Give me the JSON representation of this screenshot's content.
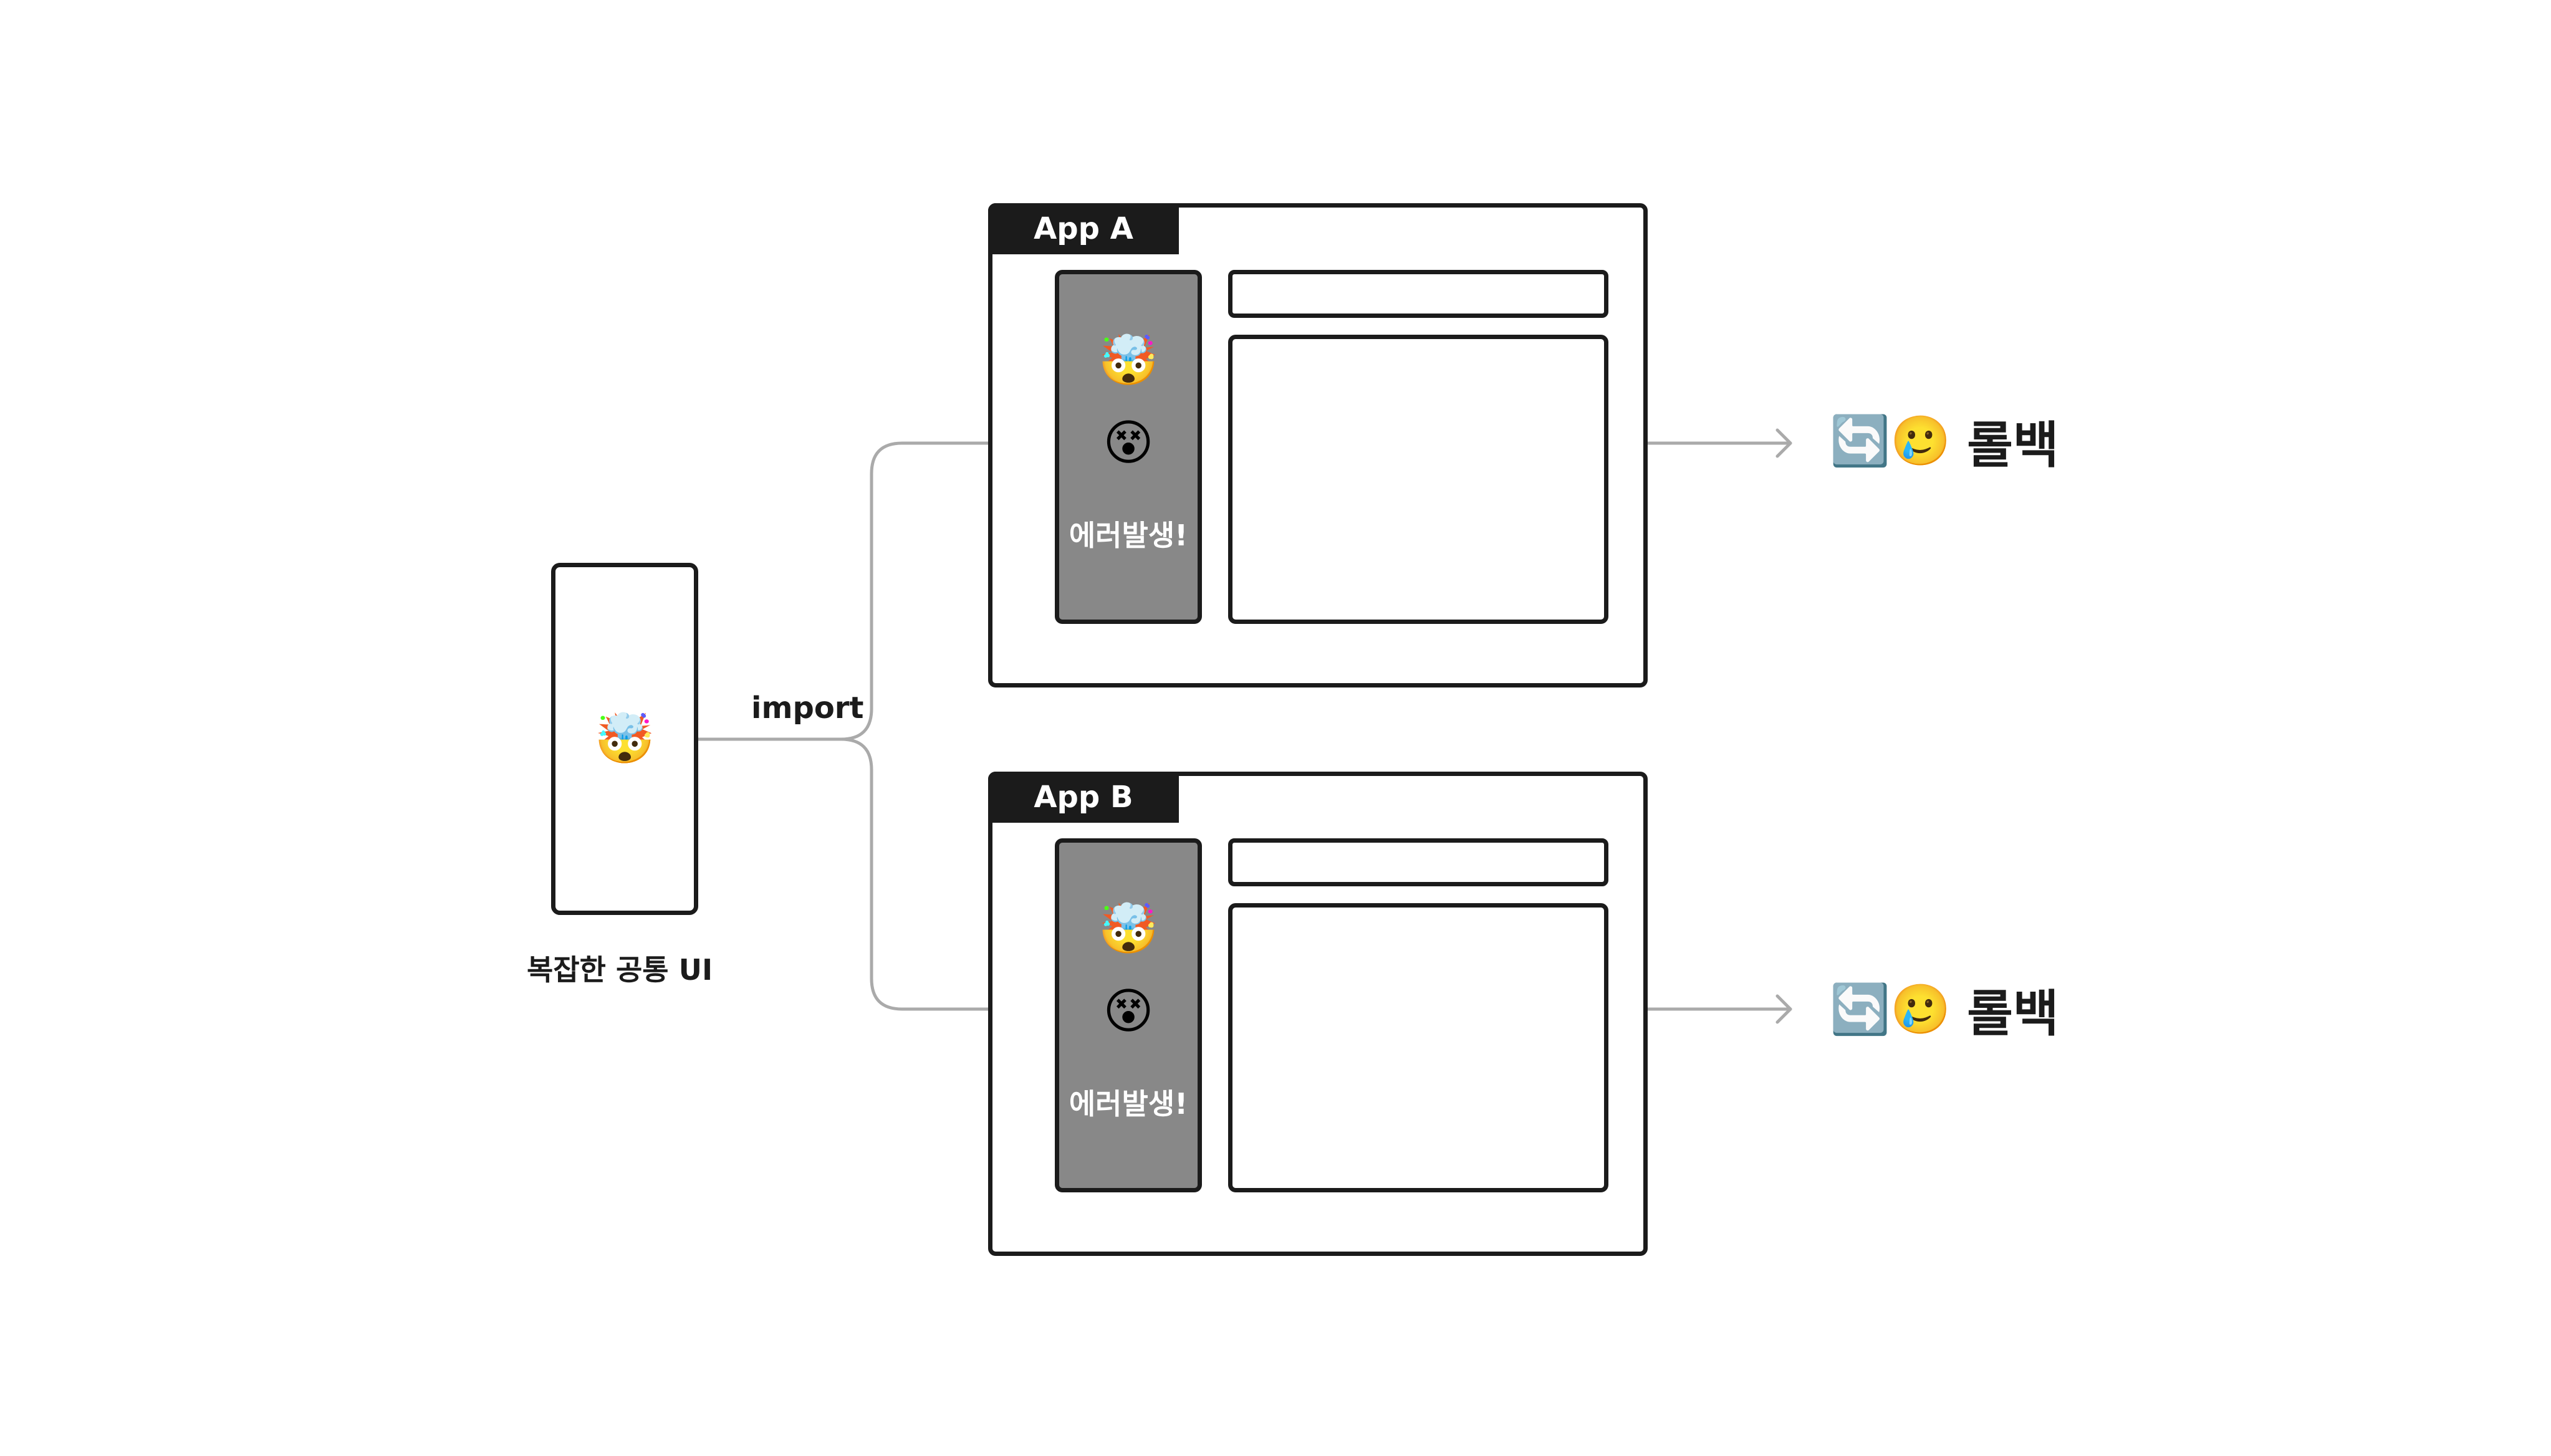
{
  "shared_ui": {
    "emoji": "🤯",
    "caption": "복잡한 공통 UI"
  },
  "import_label": "import",
  "apps": [
    {
      "tab_label": "App A",
      "sidebar": {
        "emoji_1": "🤯",
        "emoji_2": "😵",
        "error_text": "에러발생!"
      },
      "result": {
        "emoji": "🔄🥲",
        "text": "롤백"
      }
    },
    {
      "tab_label": "App B",
      "sidebar": {
        "emoji_1": "🤯",
        "emoji_2": "😵",
        "error_text": "에러발생!"
      },
      "result": {
        "emoji": "🔄🥲",
        "text": "롤백"
      }
    }
  ],
  "colors": {
    "stroke": "#1b1b1b",
    "sidebar_fill": "#888888",
    "connector": "#aaaaaa",
    "background": "#ffffff"
  },
  "icons": {
    "shared_ui": "exploding-head-icon",
    "sidebar_1": "exploding-head-icon",
    "sidebar_2": "dizzy-face-icon",
    "result_1": "refresh-arrows-icon",
    "result_2": "smiling-face-with-tear-icon"
  }
}
